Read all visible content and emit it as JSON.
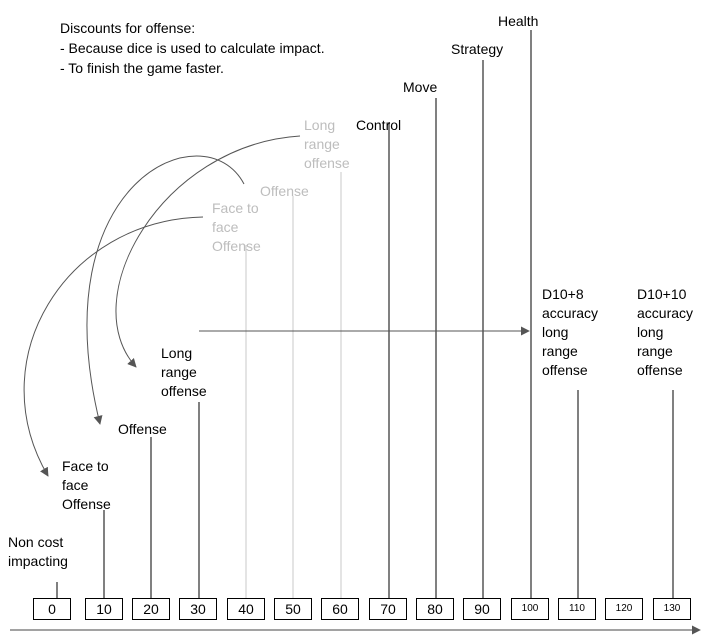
{
  "note": {
    "lines": [
      "Discounts for offense:",
      "- Because dice is used to calculate impact.",
      "- To finish the game faster."
    ]
  },
  "scale_values": [
    "0",
    "10",
    "20",
    "30",
    "40",
    "50",
    "60",
    "70",
    "80",
    "90",
    "100",
    "110",
    "120",
    "130"
  ],
  "labels": {
    "non_cost": "Non cost\nimpacting",
    "face_offense": "Face to\nface\nOffense",
    "offense": "Offense",
    "long_range": "Long\nrange\noffense",
    "face_offense_faded": "Face to\nface\nOffense",
    "offense_faded": "Offense",
    "long_range_faded": "Long\nrange\noffense",
    "control": "Control",
    "move": "Move",
    "strategy": "Strategy",
    "health": "Health",
    "d10_8": "D10+8\naccuracy\nlong\nrange\noffense",
    "d10_10": "D10+10\naccuracy\nlong\nrange\noffense"
  },
  "colors": {
    "line": "#000000",
    "faded": "#bdbdbd",
    "arrow": "#555555"
  }
}
